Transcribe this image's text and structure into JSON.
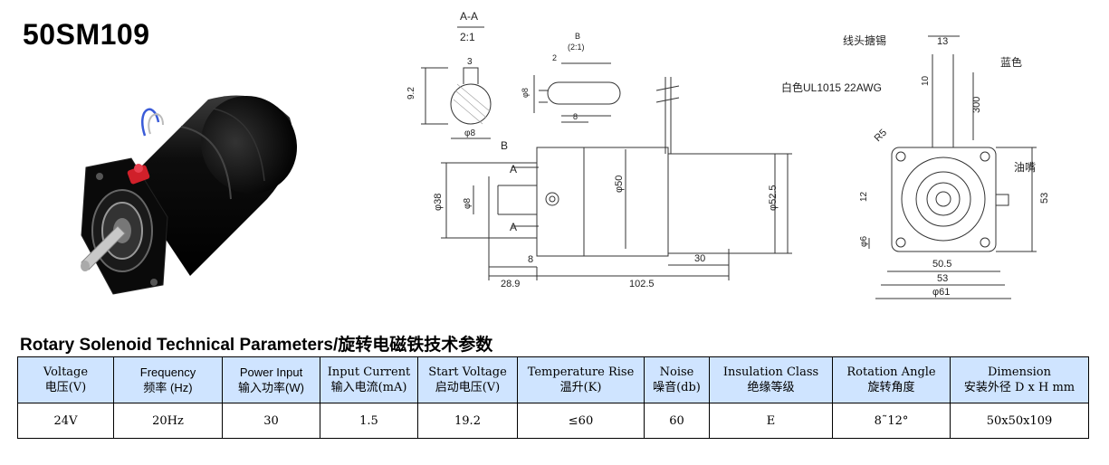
{
  "model_title": "50SM109",
  "section_title": "Rotary Solenoid Technical Parameters/旋转电磁铁技术参数",
  "drawing": {
    "section_label": "A-A",
    "section_scale": "2:1",
    "detail_label": "B",
    "detail_scale": "(2:1)",
    "dim_3": "3",
    "dim_9_2": "9.2",
    "dim_phi8": "φ8",
    "dim_2": "2",
    "dim_8": "8",
    "cut_A": "A",
    "dim_phi38": "φ38",
    "dim_phi50": "φ50",
    "dim_phi52_5": "φ52.5",
    "dim_28_9": "28.9",
    "dim_102_5": "102.5",
    "dim_30": "30",
    "wire_tin": "线头搪锡",
    "wire_blue": "蓝色",
    "wire_spec": "白色UL1015 22AWG",
    "dim_13": "13",
    "dim_10": "10",
    "dim_300": "300",
    "dim_R5": "R5",
    "oil_nozzle": "油嘴",
    "dim_12": "12",
    "dim_phi6": "φ6",
    "dim_53": "53",
    "dim_50_5": "50.5",
    "dim_phi61": "φ61"
  },
  "table": {
    "headers": [
      {
        "en": "Voltage",
        "zh": "电压(V)"
      },
      {
        "en": "Frequency",
        "zh": "频率 (Hz)"
      },
      {
        "en": "Power Input",
        "zh": "输入功率(W)"
      },
      {
        "en": "Input Current",
        "zh": "输入电流(mA)"
      },
      {
        "en": "Start Voltage",
        "zh": "启动电压(V)"
      },
      {
        "en": "Temperature Rise",
        "zh": "温升(K)"
      },
      {
        "en": "Noise",
        "zh": "噪音(db)"
      },
      {
        "en": "Insulation Class",
        "zh": "绝缘等级"
      },
      {
        "en": "Rotation Angle",
        "zh": "旋转角度"
      },
      {
        "en": "Dimension",
        "zh": "安装外径 D x H mm"
      }
    ],
    "values": [
      "24V",
      "20Hz",
      "30",
      "1.5",
      "19.2",
      "≤60",
      "60",
      "E",
      "8˜12°",
      "50x50x109"
    ]
  }
}
